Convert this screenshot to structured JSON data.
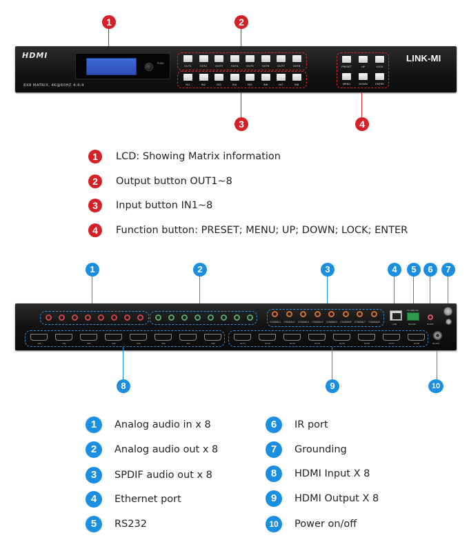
{
  "front_panel": {
    "logo": "HDMI",
    "model_text": "8X8 MATRIX,  4K@60HZ 4:4:4",
    "ir_text": "PUSH",
    "brand": "LINK-MI",
    "output_buttons": [
      "OUT1",
      "OUT2",
      "OUT3",
      "OUT4",
      "OUT5",
      "OUT6",
      "OUT7",
      "OUT8"
    ],
    "input_buttons": [
      "IN1",
      "IN2",
      "IN3",
      "IN4",
      "IN5",
      "IN6",
      "IN7",
      "IN8"
    ],
    "function_buttons": [
      "PRESET",
      "UP",
      "LOCK",
      "MENU",
      "DOWN",
      "ENTER"
    ],
    "callouts": [
      "1",
      "2",
      "3",
      "4"
    ],
    "accent_color": "#d62027"
  },
  "front_legend": [
    {
      "num": "1",
      "text": "LCD: Showing Matrix information"
    },
    {
      "num": "2",
      "text": "Output button OUT1~8"
    },
    {
      "num": "3",
      "text": "Input button IN1~8"
    },
    {
      "num": "4",
      "text": "Function button: PRESET; MENU; UP; DOWN; LOCK; ENTER"
    }
  ],
  "rear_panel": {
    "spdif_labels": [
      "COAXIAL1",
      "COAXIAL2",
      "COAXIAL3",
      "COAXIAL4",
      "COAXIAL5",
      "COAXIAL6",
      "COAXIAL7",
      "COAXIAL8"
    ],
    "hdmi_in_labels": [
      "IN1",
      "IN2",
      "IN3",
      "IN4",
      "IN5",
      "IN6",
      "IN7",
      "IN8"
    ],
    "hdmi_out_labels": [
      "OUT1",
      "OUT2",
      "OUT3",
      "OUT4",
      "OUT5",
      "OUT6",
      "OUT7",
      "OUT8"
    ],
    "lan_label": "LAN",
    "rs232_label": "RS-232",
    "rs232_pins": "TX GND RX",
    "ir_label": "IR EXT",
    "power_label": "DC12V",
    "callouts": [
      "1",
      "2",
      "3",
      "4",
      "5",
      "6",
      "7",
      "8",
      "9",
      "10"
    ],
    "accent_color": "#1a8ee0"
  },
  "rear_legend_left": [
    {
      "num": "1",
      "text": "Analog audio in x 8"
    },
    {
      "num": "2",
      "text": "Analog audio out x 8"
    },
    {
      "num": "3",
      "text": "SPDIF audio out x 8"
    },
    {
      "num": "4",
      "text": "Ethernet port"
    },
    {
      "num": "5",
      "text": "RS232"
    }
  ],
  "rear_legend_right": [
    {
      "num": "6",
      "text": "IR port"
    },
    {
      "num": "7",
      "text": "Grounding"
    },
    {
      "num": "8",
      "text": "HDMI Input  X 8"
    },
    {
      "num": "9",
      "text": "HDMI Output  X 8"
    },
    {
      "num": "10",
      "text": "Power on/off"
    }
  ]
}
